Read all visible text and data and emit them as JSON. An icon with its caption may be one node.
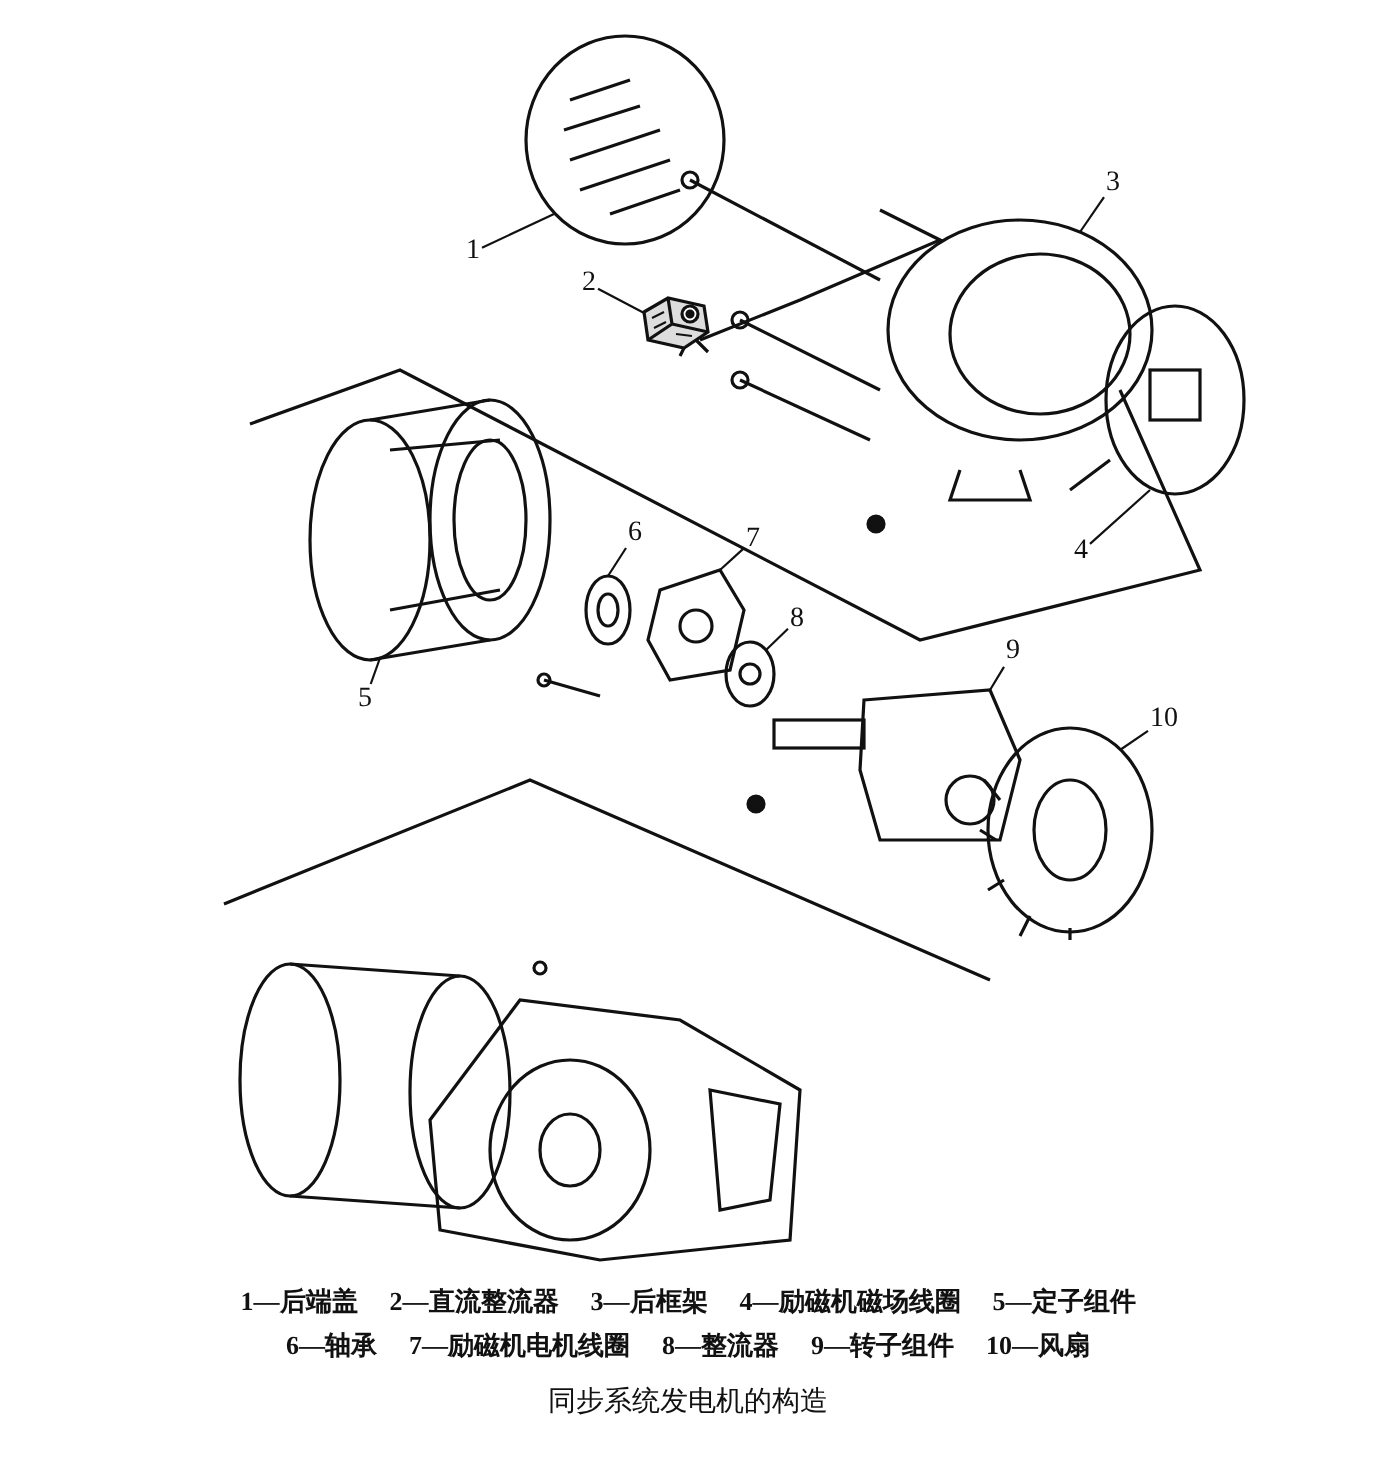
{
  "diagram": {
    "caption": "同步系统发电机的构造",
    "nodes": [
      {
        "text": [
          "1"
        ]
      },
      {
        "text": [
          "2"
        ]
      },
      {
        "text": [
          "3"
        ]
      },
      {
        "text": [
          "4"
        ]
      },
      {
        "text": [
          "5"
        ]
      },
      {
        "text": [
          "6"
        ]
      },
      {
        "text": [
          "7"
        ]
      },
      {
        "text": [
          "8"
        ]
      },
      {
        "text": [
          "9"
        ]
      },
      {
        "text": [
          "10"
        ]
      },
      {
        "text": [],
        "shape": "picture"
      },
      {
        "text": [],
        "shape": "picture"
      },
      {
        "text": [],
        "shape": "picture"
      },
      {
        "text": [],
        "shape": "picture"
      },
      {
        "text": [],
        "shape": "picture"
      },
      {
        "text": [],
        "shape": "picture"
      },
      {
        "text": [],
        "shape": "picture"
      },
      {
        "text": [],
        "shape": "picture"
      },
      {
        "text": [],
        "shape": "picture"
      },
      {
        "text": [],
        "shape": "picture"
      }
    ],
    "edges": [
      {
        "from": 0,
        "to": 10,
        "arrow": "none"
      },
      {
        "from": 1,
        "to": 11,
        "arrow": "none"
      },
      {
        "from": 2,
        "to": 12,
        "arrow": "none"
      },
      {
        "from": 3,
        "to": 13,
        "arrow": "none"
      },
      {
        "from": 4,
        "to": 14,
        "arrow": "none"
      },
      {
        "from": 5,
        "to": 15,
        "arrow": "none"
      },
      {
        "from": 6,
        "to": 16,
        "arrow": "none"
      },
      {
        "from": 7,
        "to": 17,
        "arrow": "none"
      },
      {
        "from": 8,
        "to": 18,
        "arrow": "none"
      },
      {
        "from": 9,
        "to": 19,
        "arrow": "none"
      }
    ],
    "labels": [
      "1—后端盖",
      "2—直流整流器",
      "3—后框架",
      "4—励磁机磁场线圈",
      "5—定子组件",
      "6—轴承",
      "7—励磁机电机线圈",
      "8—整流器",
      "9—转子组件",
      "10—风扇"
    ]
  }
}
